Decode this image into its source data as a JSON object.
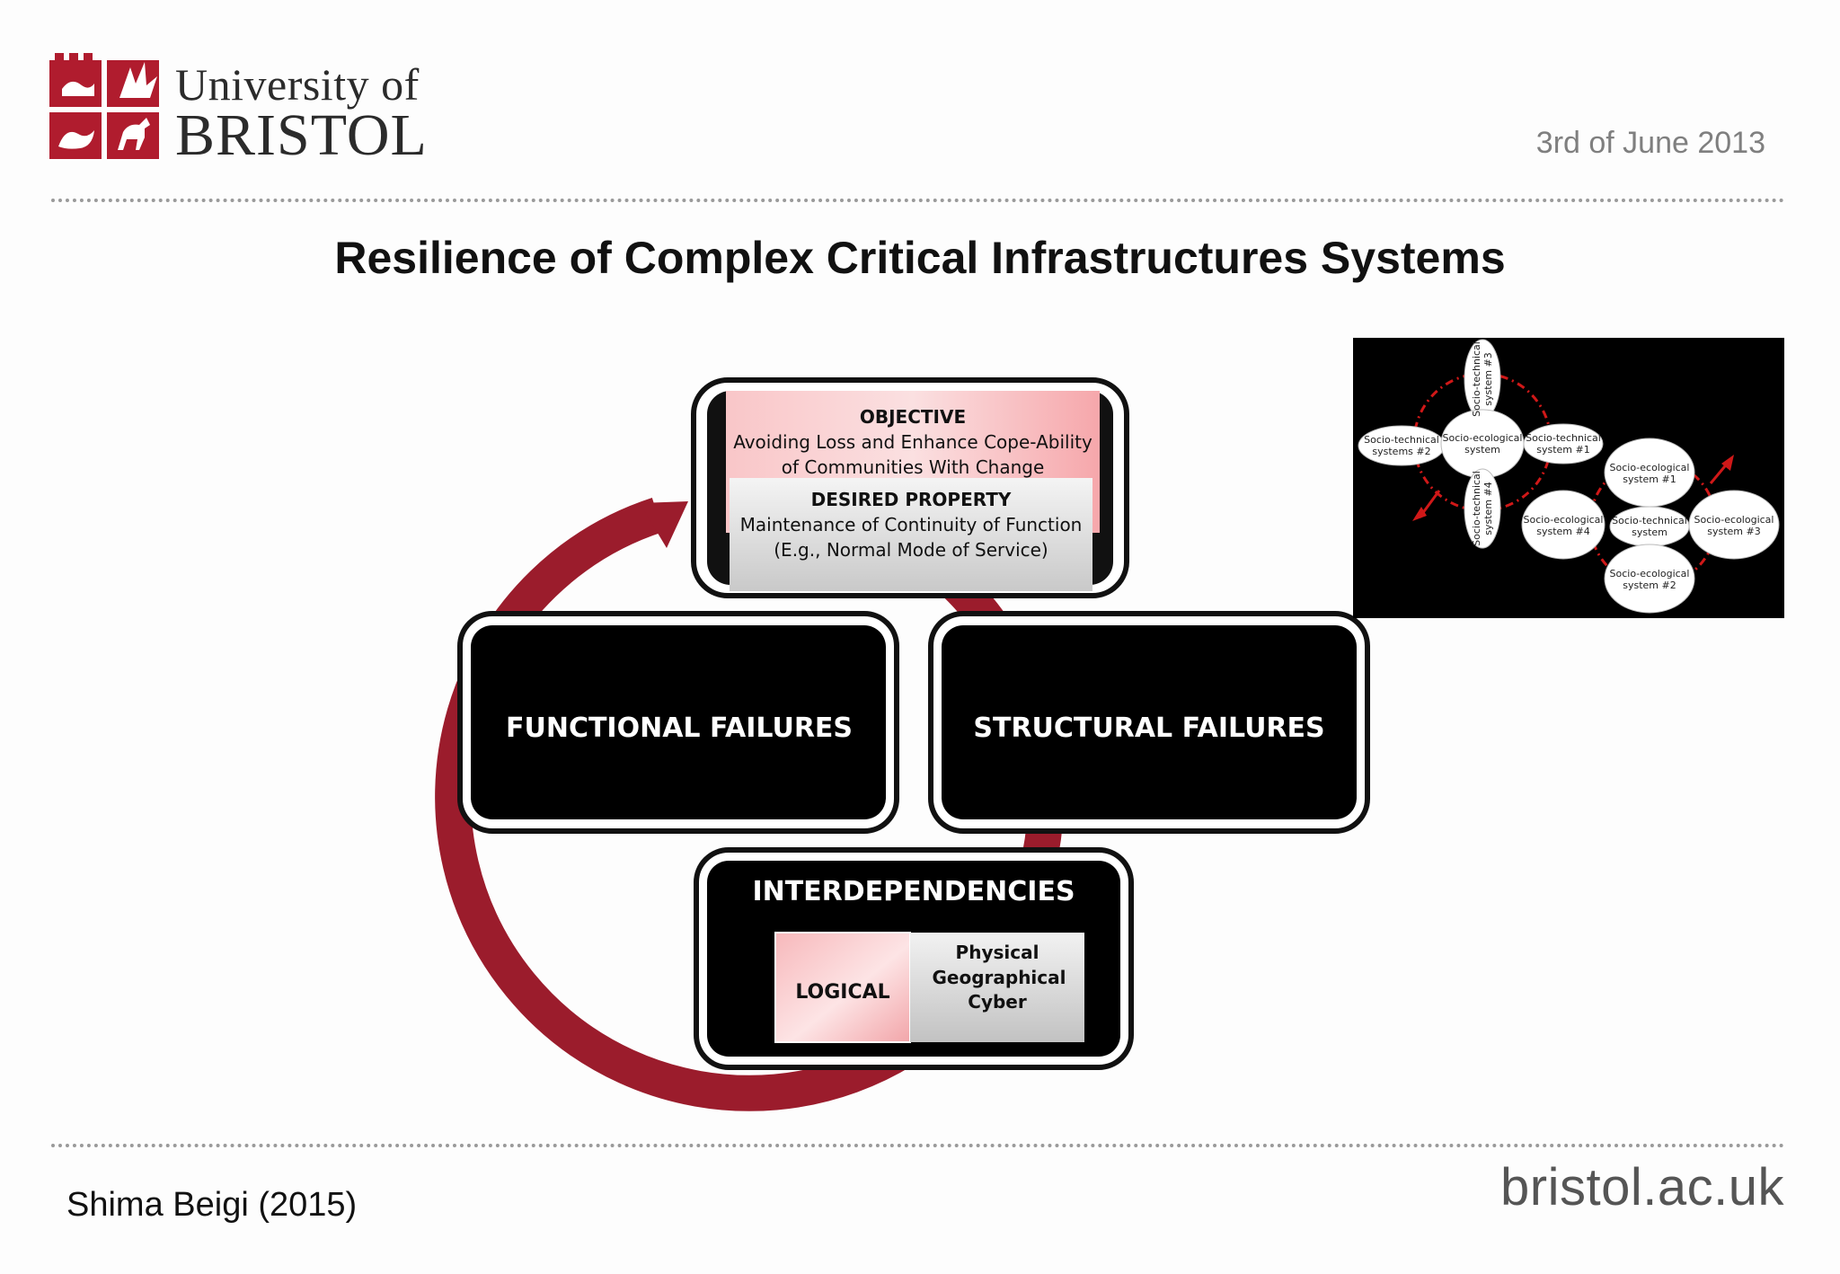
{
  "logo": {
    "line1": "University of",
    "line2": "BRISTOL",
    "color": "#b01c2e"
  },
  "date": "3rd of June 2013",
  "title": "Resilience of Complex Critical Infrastructures Systems",
  "cycle": {
    "arrow_color": "#9b1c2c",
    "objective": {
      "heading": "OBJECTIVE",
      "line1": "Avoiding Loss and Enhance Cope-Ability",
      "line2": "of Communities With Change"
    },
    "desired": {
      "heading": "DESIRED PROPERTY",
      "line1": "Maintenance of Continuity of Function",
      "line2": "(E.g., Normal Mode of Service)"
    },
    "functional": "FUNCTIONAL FAILURES",
    "structural": "STRUCTURAL FAILURES",
    "interdependencies": {
      "heading": "INTERDEPENDENCIES",
      "logical": "LOGICAL",
      "other": [
        "Physical",
        "Geographical",
        "Cyber"
      ]
    }
  },
  "thumbnail": {
    "nodes": [
      {
        "line1": "Socio-technical",
        "line2": "system #3"
      },
      {
        "line1": "Socio-technical",
        "line2": "systems #2"
      },
      {
        "line1": "Socio-ecological",
        "line2": "system"
      },
      {
        "line1": "Socio-technical",
        "line2": "system #1"
      },
      {
        "line1": "Socio-technical",
        "line2": "system #4"
      },
      {
        "line1": "Socio-ecological",
        "line2": "system #1"
      },
      {
        "line1": "Socio-ecological",
        "line2": "system #4"
      },
      {
        "line1": "Socio-technical",
        "line2": "system"
      },
      {
        "line1": "Socio-ecological",
        "line2": "system #3"
      },
      {
        "line1": "Socio-ecological",
        "line2": "system #2"
      }
    ]
  },
  "footer": {
    "author": "Shima Beigi (2015)",
    "url": "bristol.ac.uk"
  }
}
